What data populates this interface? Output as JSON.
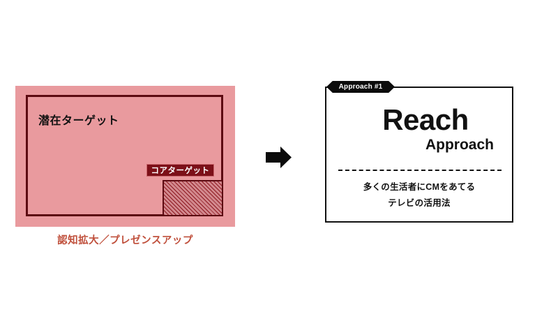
{
  "left_panel": {
    "potential_label": "潜在ターゲット",
    "core_label": "コアターゲット",
    "caption": "認知拡大／プレゼンスアップ",
    "fill_color": "#e99a9e",
    "border_color": "#5c0a11",
    "core_fill_color": "#d2888d",
    "core_hatch_color": "#8e1a22",
    "core_label_bg": "#7c1018",
    "caption_color": "#c0503c"
  },
  "arrow": {
    "icon": "arrow-right-icon",
    "color": "#0b0b0b"
  },
  "right_card": {
    "badge": "Approach #1",
    "badge_bg": "#0b0b0b",
    "headline_main": "Reach",
    "headline_sub": "Approach",
    "body_lines": [
      "多くの生活者にCMをあてる",
      "テレビの活用法"
    ],
    "border_color": "#111111"
  }
}
